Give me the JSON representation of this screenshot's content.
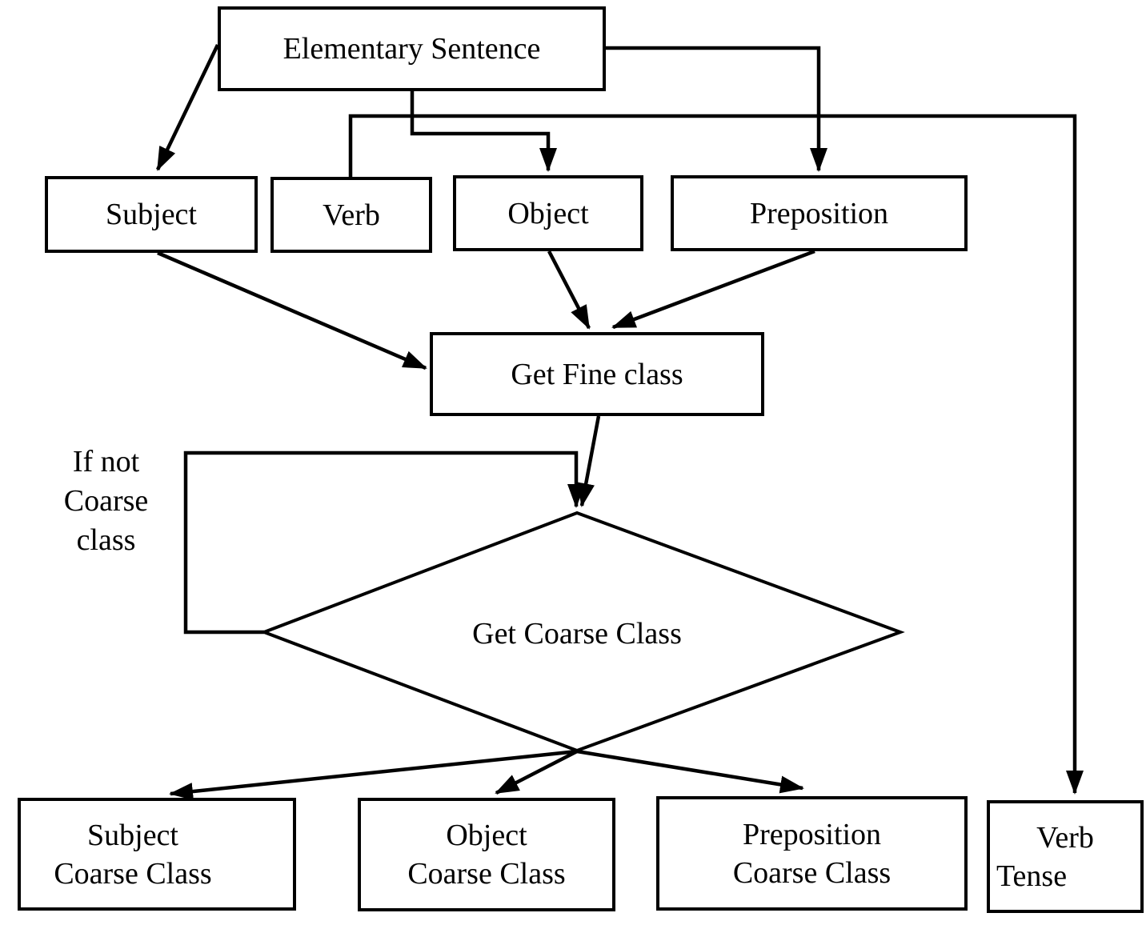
{
  "diagram": {
    "background": "#ffffff",
    "stroke_color": "#000000",
    "nodes": {
      "elementary_sentence": {
        "label": "Elementary Sentence",
        "shape": "rect"
      },
      "subject": {
        "label": "Subject",
        "shape": "rect"
      },
      "verb": {
        "label": "Verb",
        "shape": "rect"
      },
      "object": {
        "label": "Object",
        "shape": "rect"
      },
      "preposition": {
        "label": "Preposition",
        "shape": "rect"
      },
      "get_fine_class": {
        "label": "Get Fine class",
        "shape": "rect"
      },
      "get_coarse_class": {
        "label": "Get Coarse Class",
        "shape": "diamond"
      },
      "subject_coarse_class": {
        "line1": "Subject",
        "line2": "Coarse Class",
        "shape": "rect"
      },
      "object_coarse_class": {
        "line1": "Object",
        "line2": "Coarse Class",
        "shape": "rect"
      },
      "preposition_coarse_class": {
        "line1": "Preposition",
        "line2": "Coarse Class",
        "shape": "rect"
      },
      "verb_tense": {
        "line1": "Verb",
        "line2": "Tense",
        "shape": "rect"
      }
    },
    "annotations": {
      "loop_label": {
        "line1": "If not",
        "line2": "Coarse",
        "line3": "class"
      }
    },
    "edges": [
      {
        "from": "elementary_sentence",
        "to": "subject",
        "arrow": true
      },
      {
        "from": "elementary_sentence",
        "to": "verb",
        "arrow": false
      },
      {
        "from": "elementary_sentence",
        "to": "object",
        "arrow": true
      },
      {
        "from": "elementary_sentence",
        "to": "preposition",
        "arrow": true
      },
      {
        "from": "elementary_sentence",
        "to": "verb_tense",
        "arrow": true,
        "note": "long line past right side, shares trunk with verb branch"
      },
      {
        "from": "subject",
        "to": "get_fine_class",
        "arrow": true
      },
      {
        "from": "object",
        "to": "get_fine_class",
        "arrow": true
      },
      {
        "from": "preposition",
        "to": "get_fine_class",
        "arrow": true
      },
      {
        "from": "get_fine_class",
        "to": "get_coarse_class",
        "arrow": true
      },
      {
        "from": "get_coarse_class",
        "to": "get_coarse_class",
        "arrow": true,
        "label": "If not Coarse class",
        "note": "feedback loop from left vertex back to top apex"
      },
      {
        "from": "get_coarse_class",
        "to": "subject_coarse_class",
        "arrow": true
      },
      {
        "from": "get_coarse_class",
        "to": "object_coarse_class",
        "arrow": true
      },
      {
        "from": "get_coarse_class",
        "to": "preposition_coarse_class",
        "arrow": true
      }
    ]
  }
}
